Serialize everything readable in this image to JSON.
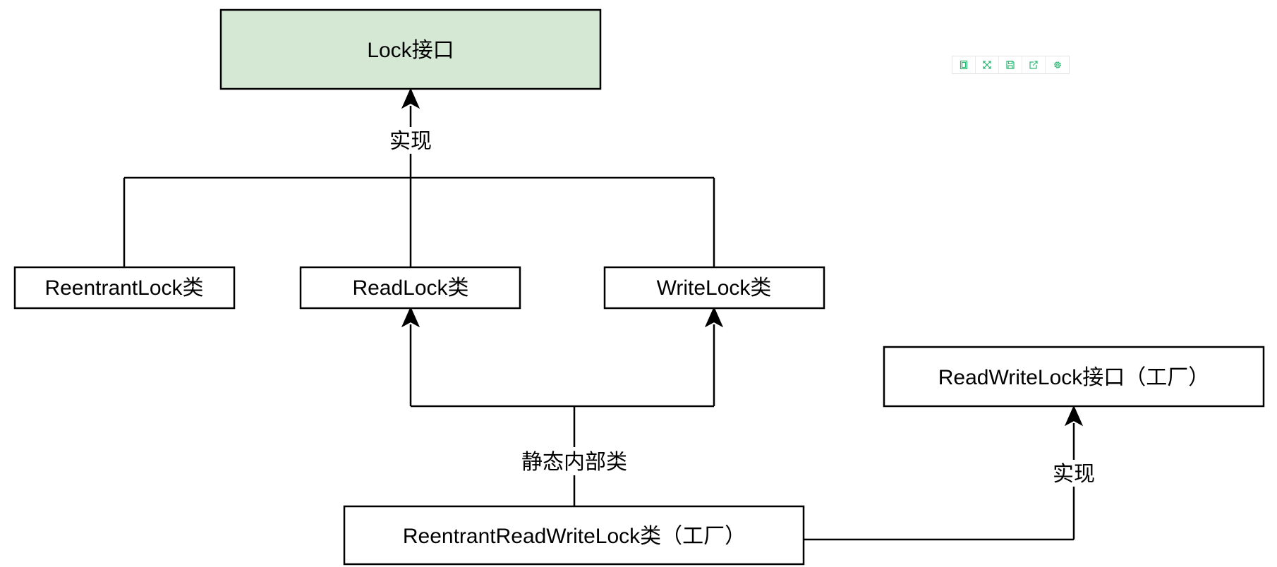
{
  "diagram": {
    "nodes": {
      "lock_interface": "Lock接口",
      "reentrant_lock": "ReentrantLock类",
      "read_lock": "ReadLock类",
      "write_lock": "WriteLock类",
      "reentrant_read_write_lock": "ReentrantReadWriteLock类（工厂）",
      "read_write_lock_interface": "ReadWriteLock接口（工厂）"
    },
    "edges": {
      "implements_lock": "实现",
      "static_inner_class": "静态内部类",
      "implements_read_write_lock": "实现"
    },
    "colors": {
      "interface_fill": "#d5e8d4",
      "class_fill": "#ffffff",
      "stroke": "#000000"
    }
  },
  "toolbar": {
    "icons": [
      "fit-page-icon",
      "fullscreen-icon",
      "save-icon",
      "open-external-icon",
      "settings-icon"
    ],
    "color": "#2bb673"
  }
}
